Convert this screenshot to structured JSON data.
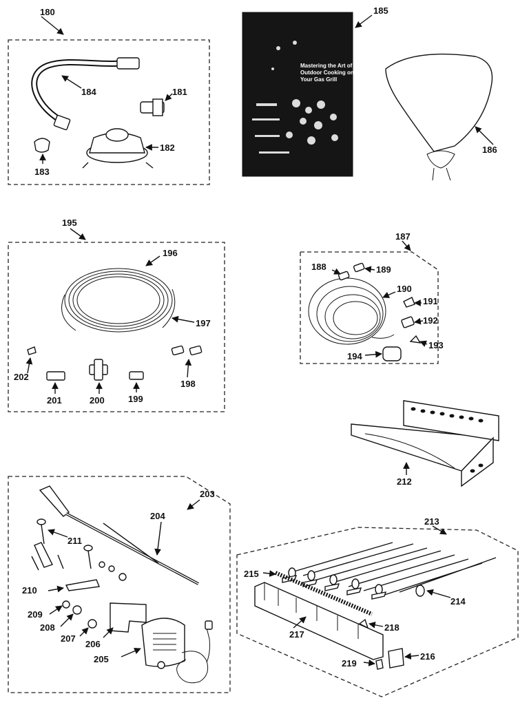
{
  "diagram": {
    "callouts": {
      "c180": "180",
      "c181": "181",
      "c182": "182",
      "c183": "183",
      "c184": "184",
      "c185": "185",
      "c186": "186",
      "c187": "187",
      "c188": "188",
      "c189": "189",
      "c190": "190",
      "c191": "191",
      "c192": "192",
      "c193": "193",
      "c194": "194",
      "c195": "195",
      "c196": "196",
      "c197": "197",
      "c198": "198",
      "c199": "199",
      "c200": "200",
      "c201": "201",
      "c202": "202",
      "c203": "203",
      "c204": "204",
      "c205": "205",
      "c206": "206",
      "c207": "207",
      "c208": "208",
      "c209": "209",
      "c210": "210",
      "c211": "211",
      "c212": "212",
      "c213": "213",
      "c214": "214",
      "c215": "215",
      "c216": "216",
      "c217": "217",
      "c218": "218",
      "c219": "219"
    },
    "booklet": {
      "title_line1": "Mastering the Art of",
      "title_line2": "Outdoor Cooking on",
      "title_line3": "Your Gas Grill"
    },
    "colors": {
      "ink": "#111111",
      "paper": "#ffffff"
    }
  }
}
